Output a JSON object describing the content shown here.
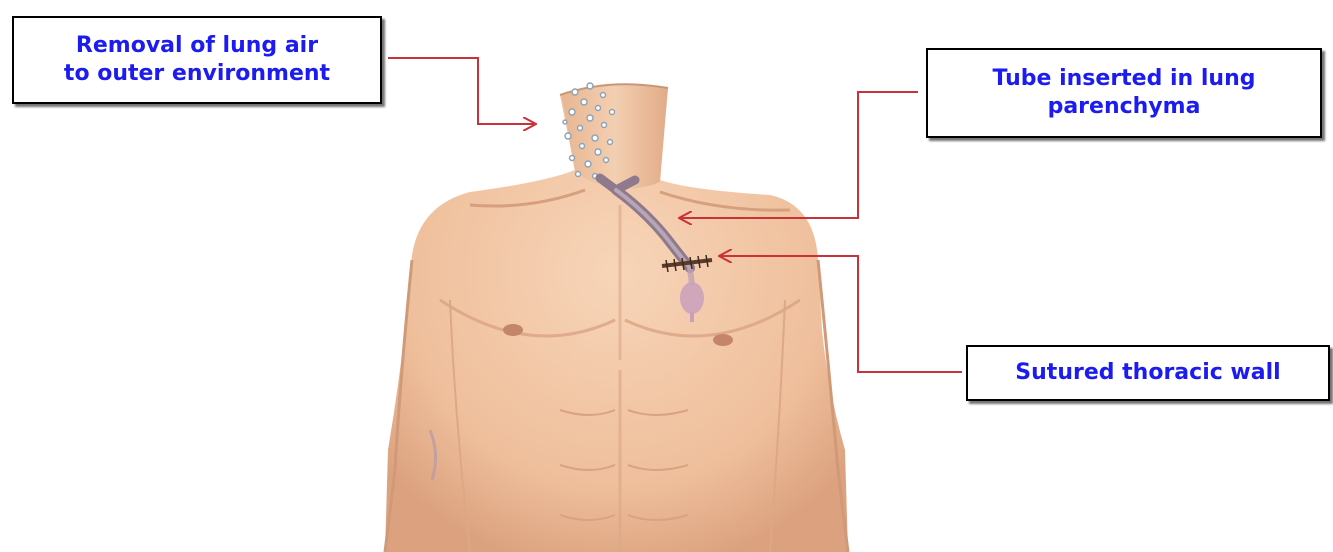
{
  "labels": {
    "removal": {
      "line1": "Removal of lung air",
      "line2": "to outer environment"
    },
    "tube": {
      "line1": "Tube inserted in lung",
      "line2": "parenchyma"
    },
    "sutured": {
      "line1": "Sutured thoracic wall"
    }
  },
  "colors": {
    "label_text": "#1c1cf0",
    "arrow": "#c8323a",
    "skin": "#f2c7a6",
    "skin_shadow": "#d9a07f",
    "tube": "#9e8a9c",
    "bubbles": "#9fb2c4"
  }
}
